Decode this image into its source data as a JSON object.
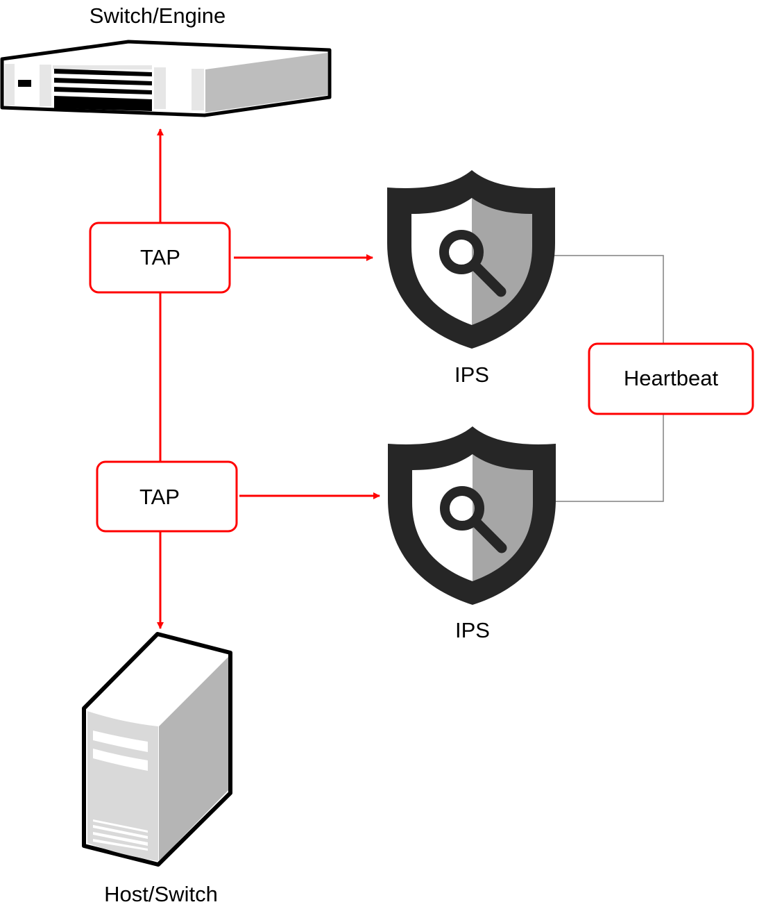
{
  "nodes": {
    "switch_engine": {
      "label": "Switch/Engine",
      "icon": "switch-device-icon"
    },
    "host_switch": {
      "label": "Host/Switch",
      "icon": "server-tower-icon"
    },
    "tap_top": {
      "label": "TAP"
    },
    "tap_bottom": {
      "label": "TAP"
    },
    "ips_top": {
      "label": "IPS",
      "icon": "shield-search-icon"
    },
    "ips_bottom": {
      "label": "IPS",
      "icon": "shield-search-icon"
    },
    "heartbeat": {
      "label": "Heartbeat"
    }
  },
  "edges": [
    {
      "from": "tap_top",
      "to": "switch_engine",
      "arrow": true
    },
    {
      "from": "tap_top",
      "to": "tap_bottom",
      "arrow": false
    },
    {
      "from": "tap_bottom",
      "to": "host_switch",
      "arrow": true
    },
    {
      "from": "tap_top",
      "to": "ips_top",
      "arrow": true
    },
    {
      "from": "tap_bottom",
      "to": "ips_bottom",
      "arrow": true
    },
    {
      "from": "ips_top",
      "to": "heartbeat",
      "arrow": false
    },
    {
      "from": "heartbeat",
      "to": "ips_bottom",
      "arrow": false
    }
  ],
  "colors": {
    "link": "#ff0000",
    "box_border": "#ff0000",
    "heartbeat_line": "#808080",
    "shield": "#262626",
    "shield_shade": "#a6a6a6"
  }
}
